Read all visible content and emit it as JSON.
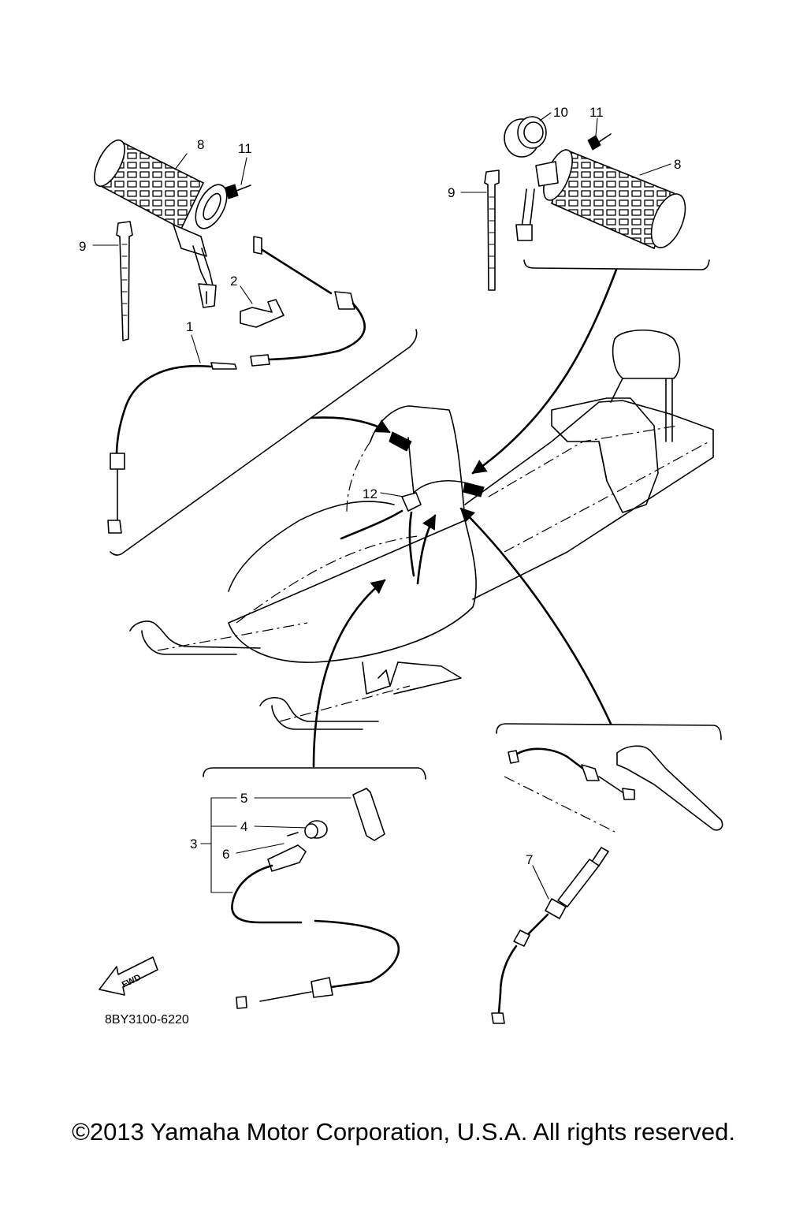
{
  "diagram": {
    "callouts": {
      "c1": "1",
      "c2": "2",
      "c3": "3",
      "c4": "4",
      "c5": "5",
      "c6": "6",
      "c7": "7",
      "c8_left": "8",
      "c8_right": "8",
      "c9_left": "9",
      "c9_right": "9",
      "c10": "10",
      "c11_left": "11",
      "c11_right": "11",
      "c12": "12"
    },
    "fwd_label": "FWD",
    "diagram_code": "8BY3100-6220"
  },
  "footer": {
    "copyright": "©2013 Yamaha Motor Corporation, U.S.A. All rights reserved."
  }
}
